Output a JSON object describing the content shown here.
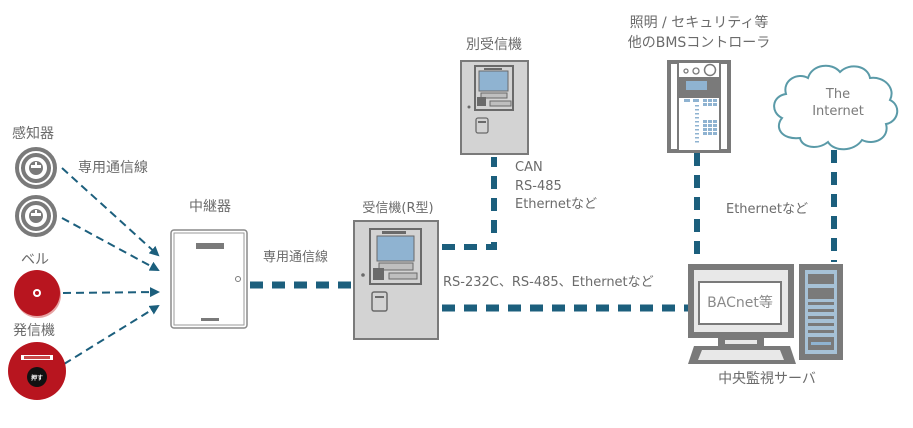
{
  "colors": {
    "link": "#1c5f7d",
    "device_gray": "#7a7a7a",
    "panel_fill": "#d3d3d3",
    "screen_blue": "#8fb3d1",
    "alarm_red": "#b8151f",
    "cloud_stroke": "#5a9aa8",
    "text": "#6b6b6b"
  },
  "nodes": {
    "detector": {
      "label": "感知器"
    },
    "bell": {
      "label": "ベル"
    },
    "transmitter": {
      "label": "発信機",
      "button_text": "押す"
    },
    "repeater": {
      "label": "中継器"
    },
    "receiver": {
      "label": "受信機(R型)"
    },
    "sub_receiver": {
      "label": "別受信機"
    },
    "bms_controller": {
      "label_line1": "照明 / セキュリティ等",
      "label_line2": "他のBMSコントローラ"
    },
    "internet": {
      "label_line1": "The",
      "label_line2": "Internet"
    },
    "central_server": {
      "label": "中央監視サーバ",
      "screen_text": "BACnet等"
    }
  },
  "links": {
    "field_to_repeater": {
      "label": "専用通信線"
    },
    "repeater_to_receiver": {
      "label": "専用通信線"
    },
    "receiver_to_sub": {
      "line1": "CAN",
      "line2": "RS-485",
      "line3": "Ethernetなど"
    },
    "receiver_to_server": {
      "label": "RS-232C、RS-485、Ethernetなど"
    },
    "server_to_bms_internet": {
      "label": "Ethernetなど"
    }
  }
}
